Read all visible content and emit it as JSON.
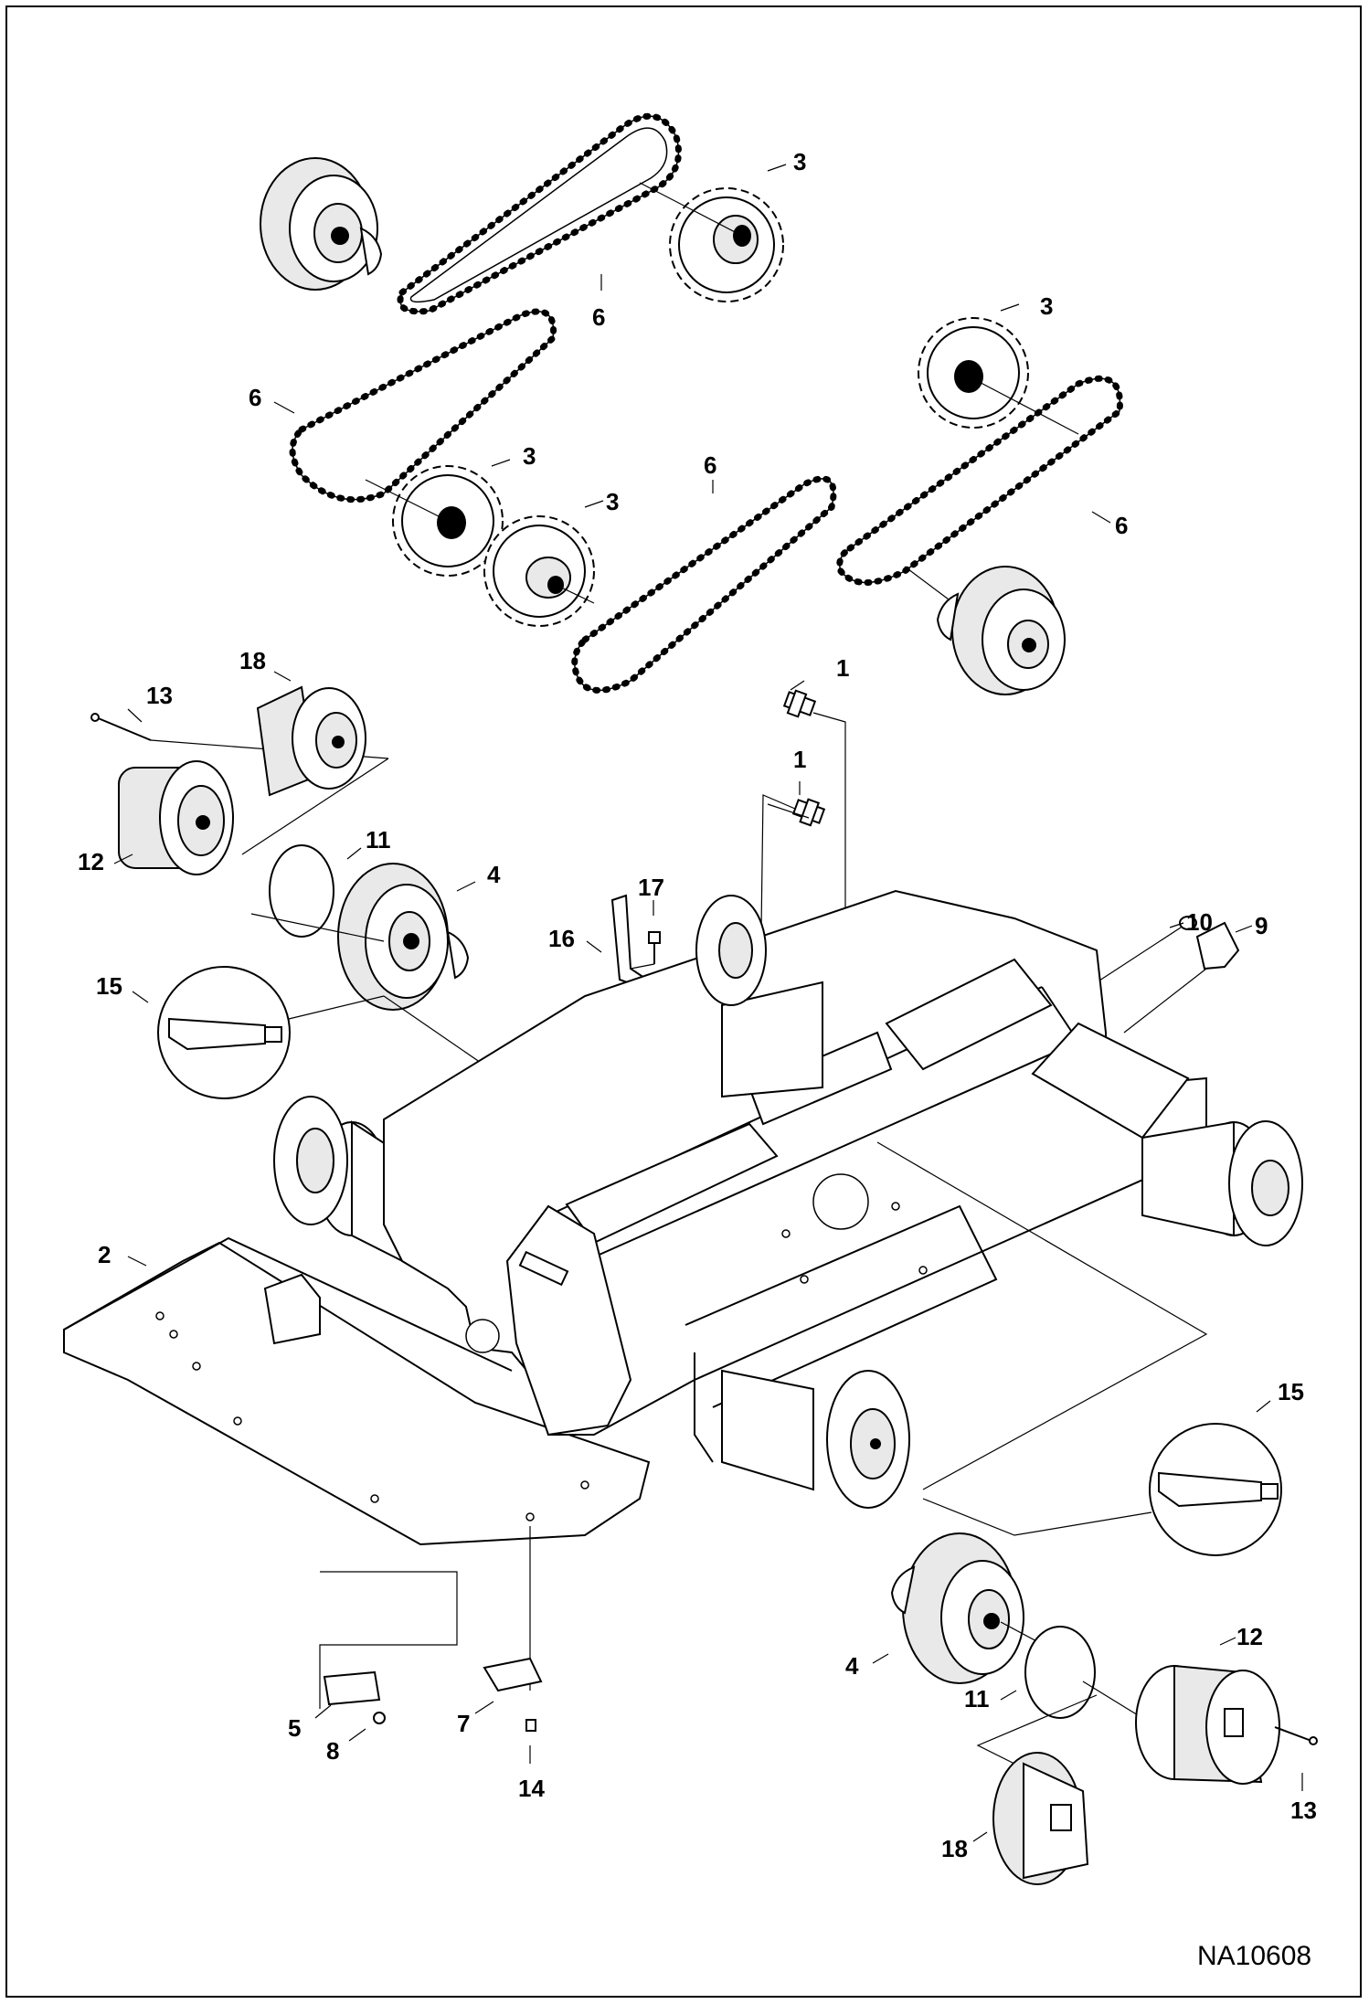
{
  "drawing_id": "NA10608",
  "callouts": [
    {
      "id": "c3a",
      "label": "3"
    },
    {
      "id": "c6a",
      "label": "6"
    },
    {
      "id": "c3b",
      "label": "3"
    },
    {
      "id": "c6b",
      "label": "6"
    },
    {
      "id": "c3c",
      "label": "3"
    },
    {
      "id": "c3d",
      "label": "3"
    },
    {
      "id": "c6c",
      "label": "6"
    },
    {
      "id": "c6d",
      "label": "6"
    },
    {
      "id": "c18a",
      "label": "18"
    },
    {
      "id": "c13a",
      "label": "13"
    },
    {
      "id": "c1a",
      "label": "1"
    },
    {
      "id": "c1b",
      "label": "1"
    },
    {
      "id": "c11a",
      "label": "11"
    },
    {
      "id": "c4a",
      "label": "4"
    },
    {
      "id": "c12a",
      "label": "12"
    },
    {
      "id": "c17",
      "label": "17"
    },
    {
      "id": "c16",
      "label": "16"
    },
    {
      "id": "c10",
      "label": "10"
    },
    {
      "id": "c9",
      "label": "9"
    },
    {
      "id": "c15a",
      "label": "15"
    },
    {
      "id": "c2",
      "label": "2"
    },
    {
      "id": "c15b",
      "label": "15"
    },
    {
      "id": "c12b",
      "label": "12"
    },
    {
      "id": "c4b",
      "label": "4"
    },
    {
      "id": "c11b",
      "label": "11"
    },
    {
      "id": "c13b",
      "label": "13"
    },
    {
      "id": "c5",
      "label": "5"
    },
    {
      "id": "c8",
      "label": "8"
    },
    {
      "id": "c7",
      "label": "7"
    },
    {
      "id": "c14",
      "label": "14"
    },
    {
      "id": "c18b",
      "label": "18"
    }
  ]
}
